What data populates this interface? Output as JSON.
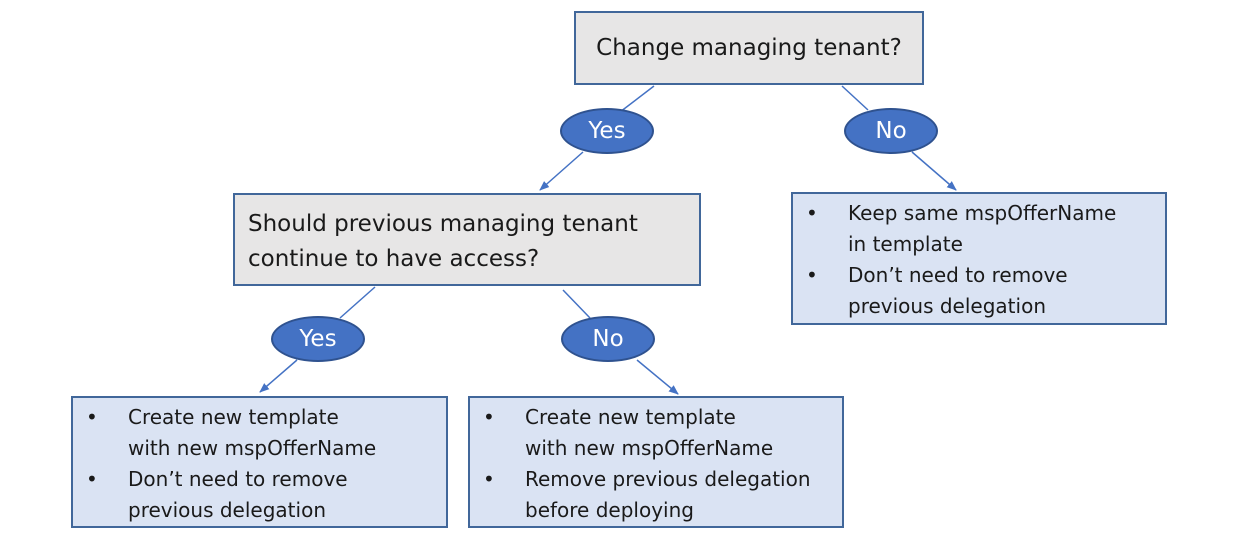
{
  "questions": {
    "top": {
      "text": "Change managing tenant?"
    },
    "middle": {
      "lines": [
        "Should previous managing tenant",
        "continue to have access?"
      ]
    }
  },
  "answers": {
    "top_yes": "Yes",
    "top_no": "No",
    "mid_yes": "Yes",
    "mid_no": "No"
  },
  "results": {
    "no_change": {
      "bullet": "•",
      "items": [
        {
          "lines": [
            "Keep same mspOfferName",
            "in template"
          ]
        },
        {
          "lines": [
            "Don’t need to remove",
            "previous delegation"
          ]
        }
      ]
    },
    "keep_access": {
      "bullet": "•",
      "items": [
        {
          "lines": [
            "Create new template",
            "with new mspOfferName"
          ]
        },
        {
          "lines": [
            "Don’t need to remove",
            "previous delegation"
          ]
        }
      ]
    },
    "remove_access": {
      "bullet": "•",
      "items": [
        {
          "lines": [
            "Create new template",
            "with new mspOfferName"
          ]
        },
        {
          "lines": [
            "Remove previous delegation",
            "before deploying"
          ]
        }
      ]
    }
  },
  "colors": {
    "question_fill": "#e7e6e6",
    "result_fill": "#dae3f3",
    "border": "#41679a",
    "ellipse_fill": "#4472c4",
    "connector": "#4472c4"
  }
}
